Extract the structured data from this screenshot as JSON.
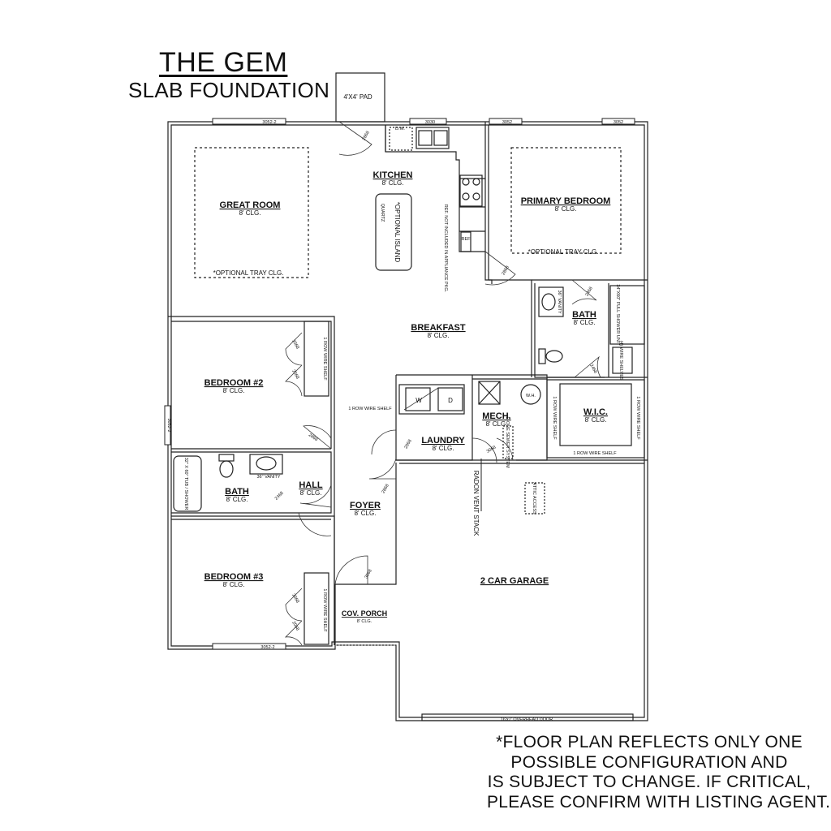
{
  "header": {
    "title": "THE GEM",
    "subtitle": "SLAB FOUNDATION"
  },
  "rooms": {
    "great_room": {
      "name": "GREAT ROOM",
      "ceiling": "8' CLG.",
      "note": "*OPTIONAL TRAY CLG."
    },
    "kitchen": {
      "name": "KITCHEN",
      "ceiling": "8' CLG.",
      "island": "*OPTIONAL ISLAND",
      "quartz": "QUARTZ",
      "dw": "D.W.",
      "ref": "REF",
      "ref_note": "REF. NOT INCLUDED IN APPLIANCE PKG."
    },
    "primary_bedroom": {
      "name": "PRIMARY BEDROOM",
      "ceiling": "8' CLG.",
      "note": "*OPTIONAL TRAY CLG."
    },
    "breakfast": {
      "name": "BREAKFAST",
      "ceiling": "8' CLG."
    },
    "primary_bath": {
      "name": "BATH",
      "ceiling": "8' CLG.",
      "vanity": "36\" VANITY",
      "shower": "34\"X60\" FULL SHOWER UNIT",
      "shelves": "(4) WIRE SHELVES"
    },
    "wic": {
      "name": "W.I.C.",
      "ceiling": "8' CLG.",
      "shelf": "1 ROW WIRE SHELF"
    },
    "bedroom2": {
      "name": "BEDROOM #2",
      "ceiling": "8' CLG.",
      "shelf": "1 ROW WIRE SHELF"
    },
    "laundry": {
      "name": "LAUNDRY",
      "ceiling": "8' CLG.",
      "shelf": "1 ROW WIRE SHELF",
      "washer": "W",
      "dryer": "D"
    },
    "mech": {
      "name": "MECH.",
      "ceiling": "8' CLG.",
      "wh": "W.H.",
      "sewer": "E-ONE SEWER SYSTEM"
    },
    "bath": {
      "name": "BATH",
      "ceiling": "8' CLG.",
      "vanity": "36\" VANITY",
      "tub": "32\" X 60\" TUB / SHOWER"
    },
    "hall": {
      "name": "HALL",
      "ceiling": "8' CLG."
    },
    "foyer": {
      "name": "FOYER",
      "ceiling": "8' CLG."
    },
    "garage": {
      "name": "2 CAR GARAGE",
      "door": "16'x7' OVERHEAD DOOR",
      "radon": "RADON VENT STACK",
      "attic": "ATTIC ACCESS"
    },
    "bedroom3": {
      "name": "BEDROOM #3",
      "ceiling": "8' CLG.",
      "shelf": "1 ROW WIRE SHELF"
    },
    "porch": {
      "name": "COV. PORCH",
      "ceiling": "8' CLG."
    }
  },
  "labels": {
    "pad": "4'X4' PAD",
    "win_3052_2": "3052-2",
    "win_3052": "3052",
    "win_3030": "3030",
    "door_3068": "3068",
    "door_2868": "2868",
    "door_2468": "2468",
    "door_2068": "2068",
    "door_5068": "5068"
  },
  "disclaimer": [
    "*FLOOR PLAN REFLECTS ONLY ONE",
    "POSSIBLE CONFIGURATION AND",
    "IS SUBJECT TO CHANGE. IF CRITICAL,",
    "PLEASE CONFIRM WITH LISTING AGENT."
  ]
}
